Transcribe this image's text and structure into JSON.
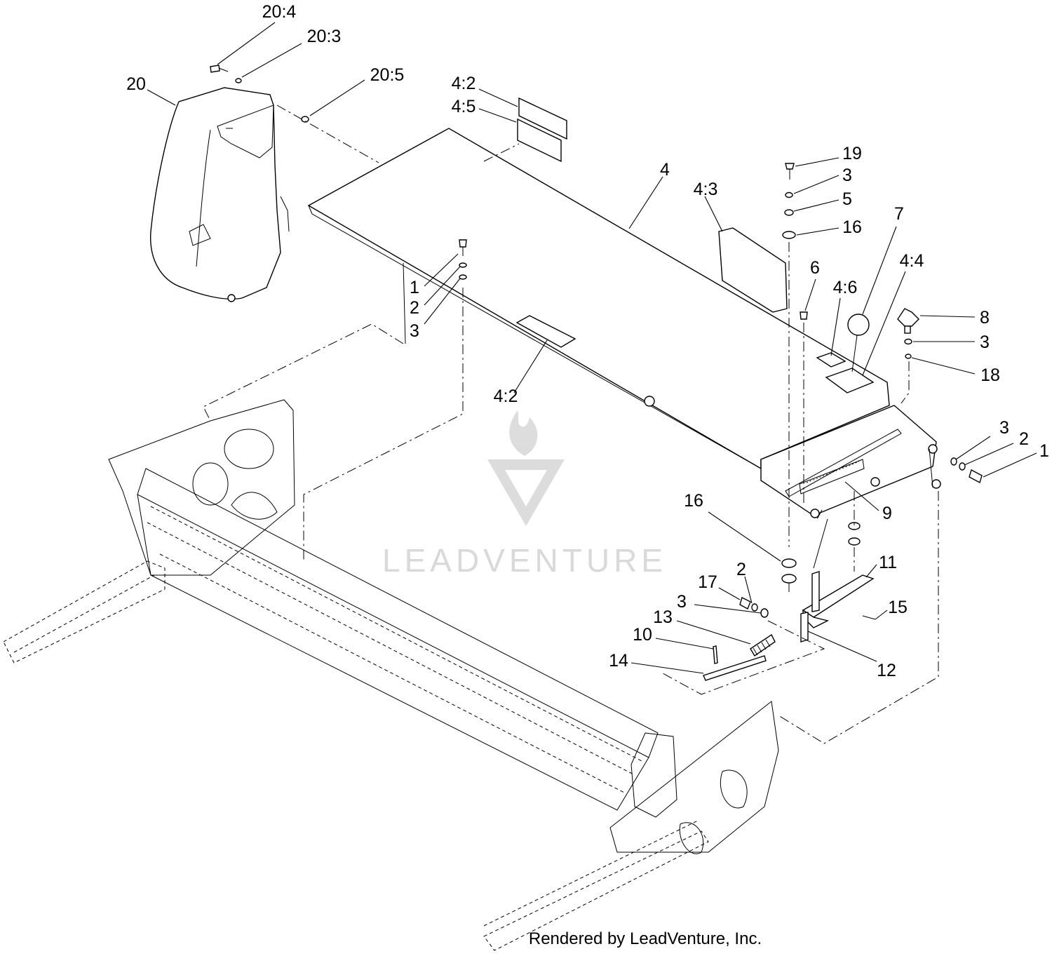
{
  "watermark": {
    "text": "LEADVENTURE",
    "color": "#d9d9d9"
  },
  "footer": "Rendered by LeadVenture, Inc.",
  "callouts": [
    {
      "label": "20:4"
    },
    {
      "label": "20:3"
    },
    {
      "label": "20"
    },
    {
      "label": "20:5"
    },
    {
      "label": "4:2"
    },
    {
      "label": "4:5"
    },
    {
      "label": "4"
    },
    {
      "label": "4:3"
    },
    {
      "label": "19"
    },
    {
      "label": "3"
    },
    {
      "label": "5"
    },
    {
      "label": "16"
    },
    {
      "label": "7"
    },
    {
      "label": "4:4"
    },
    {
      "label": "6"
    },
    {
      "label": "4:6"
    },
    {
      "label": "8"
    },
    {
      "label": "3"
    },
    {
      "label": "18"
    },
    {
      "label": "1"
    },
    {
      "label": "2"
    },
    {
      "label": "3"
    },
    {
      "label": "4:2"
    },
    {
      "label": "3"
    },
    {
      "label": "2"
    },
    {
      "label": "1"
    },
    {
      "label": "9"
    },
    {
      "label": "16"
    },
    {
      "label": "11"
    },
    {
      "label": "2"
    },
    {
      "label": "17"
    },
    {
      "label": "3"
    },
    {
      "label": "15"
    },
    {
      "label": "13"
    },
    {
      "label": "10"
    },
    {
      "label": "14"
    },
    {
      "label": "12"
    }
  ]
}
